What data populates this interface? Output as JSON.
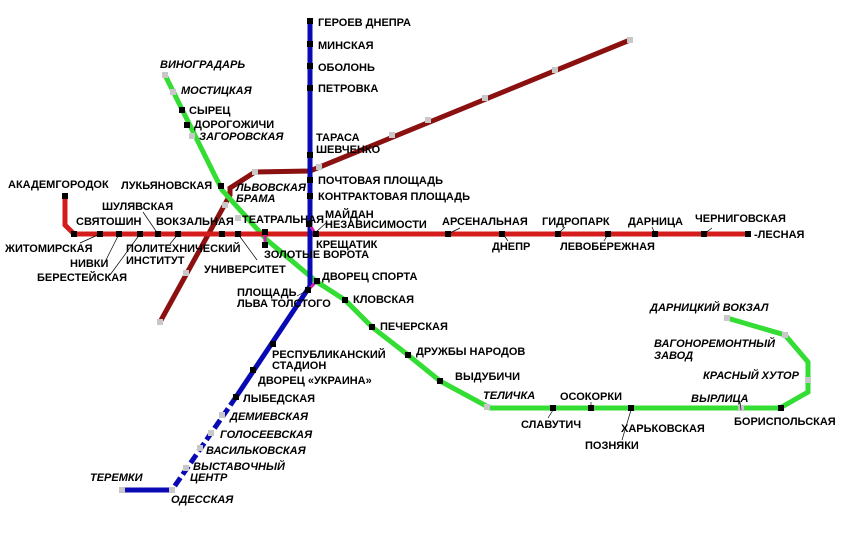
{
  "colors": {
    "red": "#d41c1c",
    "blue": "#0a0ab4",
    "green": "#33dd33",
    "planned_red": "#8b1010",
    "transfer": "#cc22aa",
    "planned_station": "#c8c8c8"
  },
  "stations": {
    "geroev_dnepra": "ГЕРОЕВ ДНЕПРА",
    "minskaya": "МИНСКАЯ",
    "obolon": "ОБОЛОНЬ",
    "petrovka": "ПЕТРОВКА",
    "tarasa1": "ТАРАСА",
    "tarasa2": "ШЕВЧЕНКО",
    "pochtovaya": "ПОЧТОВАЯ ПЛОЩАДЬ",
    "kontraktovaya": "КОНТРАКТОВАЯ ПЛОЩАДЬ",
    "maidan1": "МАЙДАН",
    "maidan2": "НЕЗАВИСИМОСТИ",
    "khreshchatyk": "КРЕЩАТИК",
    "zolotye": "ЗОЛОТЫЕ ВОРОТА",
    "teatralnaya": "ТЕАТРАЛЬНАЯ",
    "lvovskaya1": "ЛЬВОВСКАЯ",
    "lvovskaya2": "БРАМА",
    "lukyanovskaya": "ЛУКЬЯНОВСКАЯ",
    "akademgorodok": "АКАДЕМГОРОДОК",
    "zhitomirskaya": "ЖИТОМИРСКАЯ",
    "svyatoshin": "СВЯТОШИН",
    "nivki": "НИВКИ",
    "berestejskaya": "БЕРЕСТЕЙСКАЯ",
    "shulyavskaya": "ШУЛЯВСКАЯ",
    "vokzalnaya": "ВОКЗАЛЬНАЯ",
    "politeh1": "ПОЛИТЕХНИЧЕСКИЙ",
    "politeh2": "ИНСТИТУТ",
    "universitet": "УНИВЕРСИТЕТ",
    "arsenalnaya": "АРСЕНАЛЬНАЯ",
    "dnepr": "ДНЕПР",
    "gidropark": "ГИДРОПАРК",
    "levoberezhnaya": "ЛЕВОБЕРЕЖНАЯ",
    "darnitsa": "ДАРНИЦА",
    "chernigovskaya": "ЧЕРНИГОВСКАЯ",
    "lesnaya": "-ЛЕСНАЯ",
    "vinogradar": "ВИНОГРАДАРЬ",
    "mostitskaya": "МОСТИЦКАЯ",
    "syrets": "СЫРЕЦ",
    "dorogozhichi": "ДОРОГОЖИЧИ",
    "zagorovskaya": "ЗАГОРОВСКАЯ",
    "dvorets_sporta": "ДВОРЕЦ СПОРТА",
    "lva1": "ПЛОЩАДЬ",
    "lva2": "ЛЬВА ТОЛСТОГО",
    "klovskaya": "КЛОВСКАЯ",
    "pecherskaya": "ПЕЧЕРСКАЯ",
    "druzhby": "ДРУЖБЫ НАРОДОВ",
    "vydubichi": "ВЫДУБИЧИ",
    "telichka": "ТЕЛИЧКА",
    "slavutich": "СЛАВУТИЧ",
    "osokorki": "ОСОКОРКИ",
    "pozniaky": "ПОЗНЯКИ",
    "kharkovskaya": "ХАРЬКОВСКАЯ",
    "vyrlitsa": "ВЫРЛИЦА",
    "boryspilska": "БОРИСПОЛЬСКАЯ",
    "krasny": "КРАСНЫЙ ХУТОР",
    "vagon1": "ВАГОНОРЕМОНТНЫЙ",
    "vagon2": "ЗАВОД",
    "darn_vokzal": "ДАРНИЦКИЙ ВОКЗАЛ",
    "respubl1": "РЕСПУБЛИКАНСКИЙ",
    "respubl2": "СТАДИОН",
    "ukraina": "ДВОРЕЦ «УКРАИНА»",
    "lybedskaya": "ЛЫБЕДСКАЯ",
    "demievskaya": "ДЕМИЕВСКАЯ",
    "goloseevskaya": "ГОЛОСЕЕВСКАЯ",
    "vasilkovskaya": "ВАСИЛЬКОВСКАЯ",
    "vystav1": "ВЫСТАВОЧНЫЙ",
    "vystav2": "ЦЕНТР",
    "odesskaya": "ОДЕССКАЯ",
    "teremki": "ТЕРЕМКИ"
  }
}
